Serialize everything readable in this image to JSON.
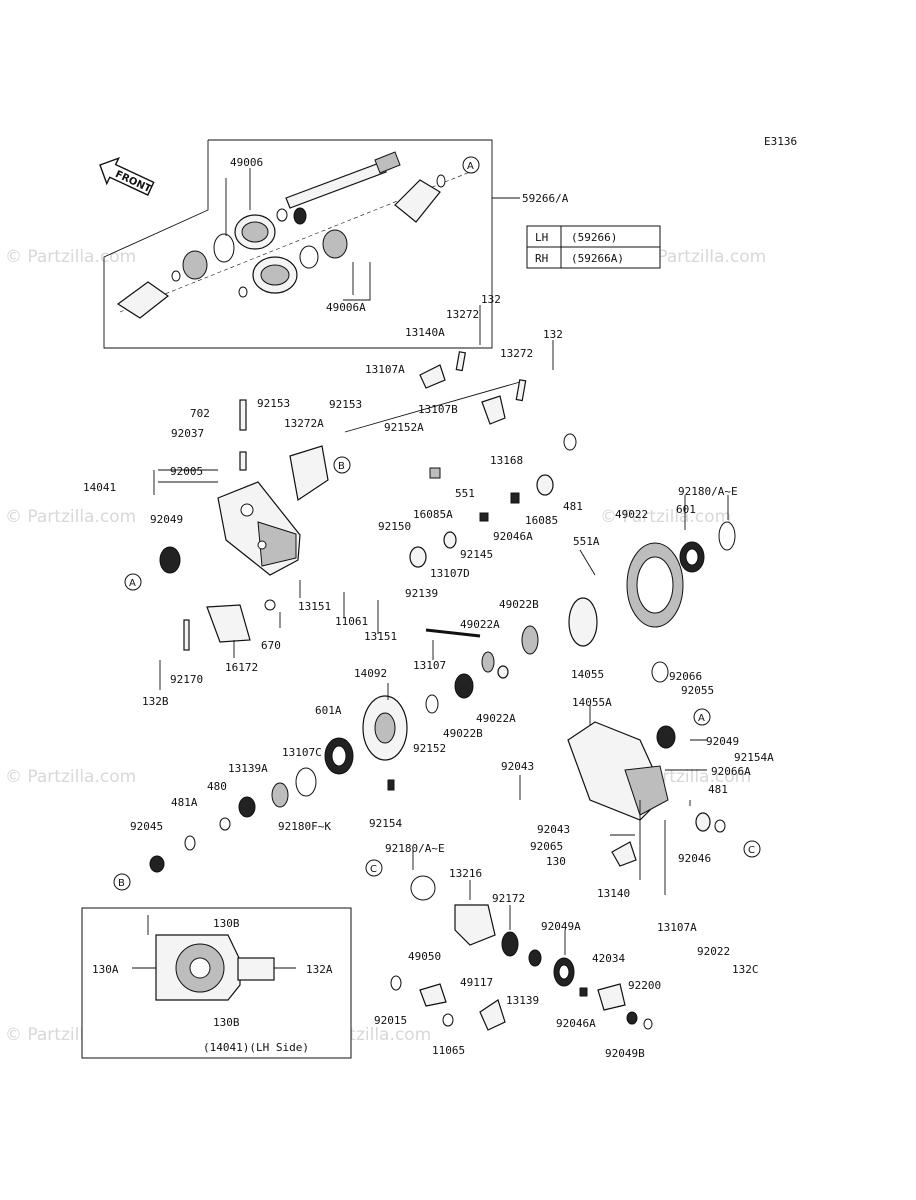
{
  "figure_code": "E3136",
  "watermark": "© Partzilla.com",
  "front_label": "FRONT",
  "table": {
    "rows": [
      {
        "side": "LH",
        "code": "(59266)"
      },
      {
        "side": "RH",
        "code": "(59266A)"
      }
    ]
  },
  "inset_caption": "(14041)(LH Side)",
  "callout_letters": [
    "A",
    "B",
    "C"
  ],
  "labels": {
    "l_49006": "49006",
    "l_49006A": "49006A",
    "l_59266A": "59266/A",
    "l_132_a": "132",
    "l_132_b": "132",
    "l_13272_a": "13272",
    "l_13272_b": "13272",
    "l_13140A": "13140A",
    "l_13107A": "13107A",
    "l_13107B": "13107B",
    "l_13168": "13168",
    "l_702": "702",
    "l_92153_a": "92153",
    "l_92153_b": "92153",
    "l_92037": "92037",
    "l_13272A": "13272A",
    "l_92152A": "92152A",
    "l_92005": "92005",
    "l_14041": "14041",
    "l_551": "551",
    "l_16085A": "16085A",
    "l_481_a": "481",
    "l_16085": "16085",
    "l_92150": "92150",
    "l_92046A_a": "92046A",
    "l_92180AE": "92180/A~E",
    "l_601": "601",
    "l_49022": "49022",
    "l_92049_a": "92049",
    "l_92145": "92145",
    "l_13107D": "13107D",
    "l_92139": "92139",
    "l_551A": "551A",
    "l_13151_a": "13151",
    "l_11061": "11061",
    "l_13151_b": "13151",
    "l_670": "670",
    "l_49022B_a": "49022B",
    "l_49022A_a": "49022A",
    "l_14055": "14055",
    "l_16172": "16172",
    "l_92170": "92170",
    "l_132B": "132B",
    "l_13107": "13107",
    "l_14092": "14092",
    "l_92066": "92066",
    "l_92055": "92055",
    "l_14055A": "14055A",
    "l_601A": "601A",
    "l_49022A_b": "49022A",
    "l_49022B_b": "49022B",
    "l_92152": "92152",
    "l_92049_b": "92049",
    "l_92154A": "92154A",
    "l_92066A": "92066A",
    "l_13107C": "13107C",
    "l_13139A": "13139A",
    "l_480": "480",
    "l_92043_a": "92043",
    "l_481A": "481A",
    "l_481_b": "481",
    "l_92045": "92045",
    "l_92180FK": "92180F~K",
    "l_92154": "92154",
    "l_92043_b": "92043",
    "l_92065": "92065",
    "l_130": "130",
    "l_92046": "92046",
    "l_92180AE_b": "92180/A~E",
    "l_13216": "13216",
    "l_13140": "13140",
    "l_92172": "92172",
    "l_13107A_b": "13107A",
    "l_92049A": "92049A",
    "l_92022": "92022",
    "l_132C": "132C",
    "l_49050": "49050",
    "l_42034": "42034",
    "l_92200": "92200",
    "l_49117": "49117",
    "l_13139": "13139",
    "l_92015": "92015",
    "l_92046A_b": "92046A",
    "l_11065": "11065",
    "l_92049B": "92049B",
    "l_130B_a": "130B",
    "l_130A": "130A",
    "l_132A": "132A",
    "l_130B_b": "130B"
  }
}
